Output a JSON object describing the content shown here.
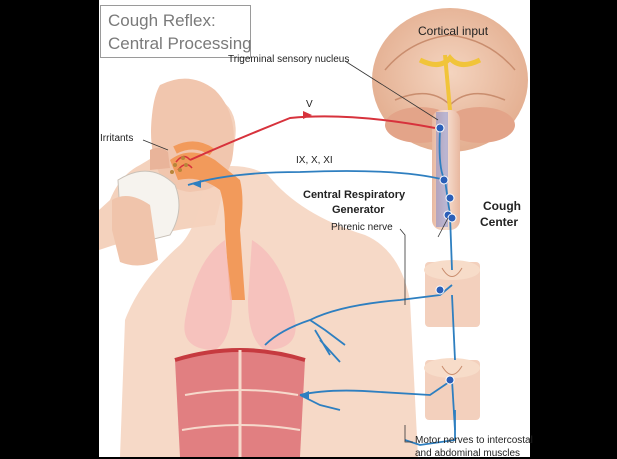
{
  "title": {
    "line1": "Cough Reflex:",
    "line2": "Central Processing"
  },
  "labels": {
    "cortical_input": "Cortical input",
    "trigeminal": "Trigeminal sensory nucleus",
    "irritants": "Irritants",
    "nerve_v": "V",
    "nerve_ix_x_xi": "IX, X, XI",
    "central_resp_line1": "Central Respiratory",
    "central_resp_line2": "Generator",
    "cough_line1": "Cough",
    "cough_line2": "Center",
    "phrenic": "Phrenic nerve",
    "motor_line1": "Motor nerves to intercostal",
    "motor_line2": "and abdominal muscles"
  },
  "colors": {
    "sensory_pathway": "#d7323c",
    "motor_pathway": "#2e7fc0",
    "skin": "#f3cdb6",
    "brain": "#ecc3a8",
    "muscle": "#dd6e74",
    "title_text": "#7a7a7a"
  }
}
